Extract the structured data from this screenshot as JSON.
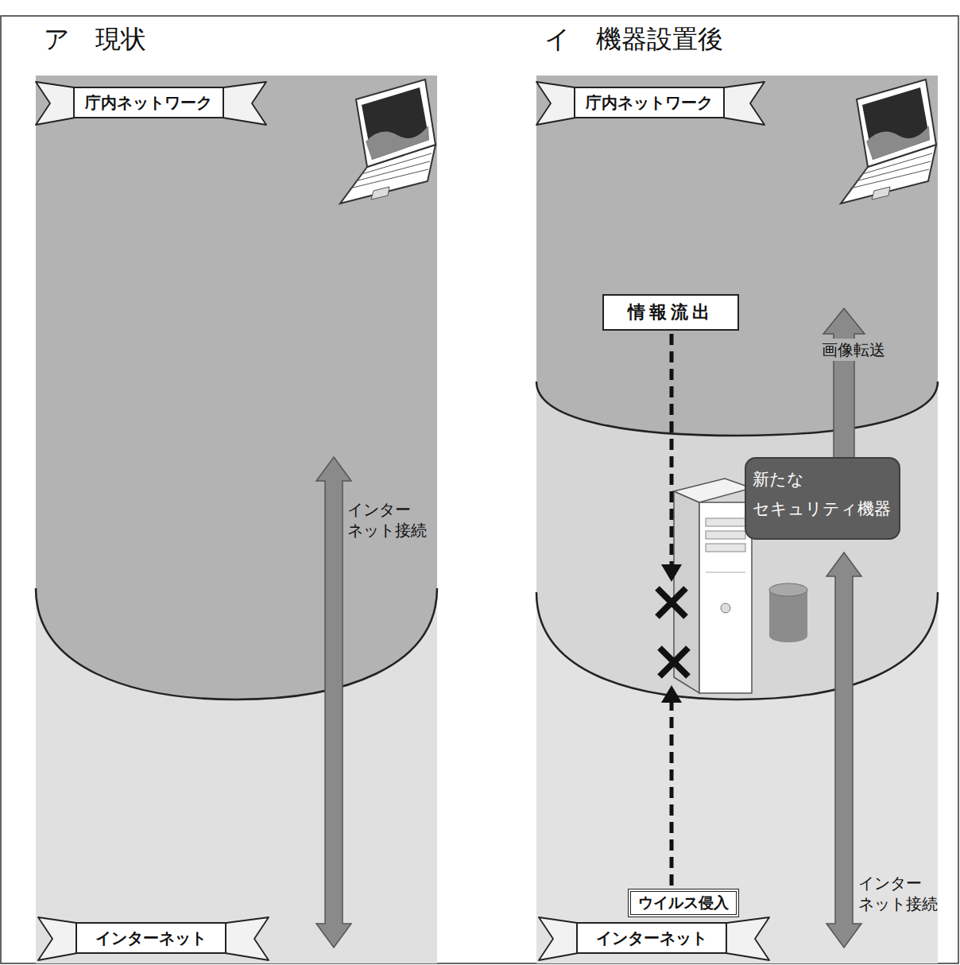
{
  "diagram": {
    "nodes": [
      {
        "text": [
          "ア　現状"
        ]
      },
      {
        "text": [
          "庁内ネットワーク"
        ],
        "in": 0
      },
      {
        "text": [
          "インターネット"
        ],
        "in": 0
      },
      {
        "text": [
          "イ　機器設置後"
        ]
      },
      {
        "text": [
          "庁内ネットワーク"
        ],
        "in": 3
      },
      {
        "text": [
          "情報流出"
        ],
        "in": 3
      },
      {
        "text": [
          "新たな セキュリティ機器"
        ],
        "in": 3
      },
      {
        "text": [
          "ウイルス侵入"
        ],
        "in": 3
      },
      {
        "text": [
          "インターネット"
        ],
        "in": 3
      }
    ],
    "labels": [
      "インター ネット接続",
      "画像転送",
      "インター ネット接続"
    ]
  }
}
